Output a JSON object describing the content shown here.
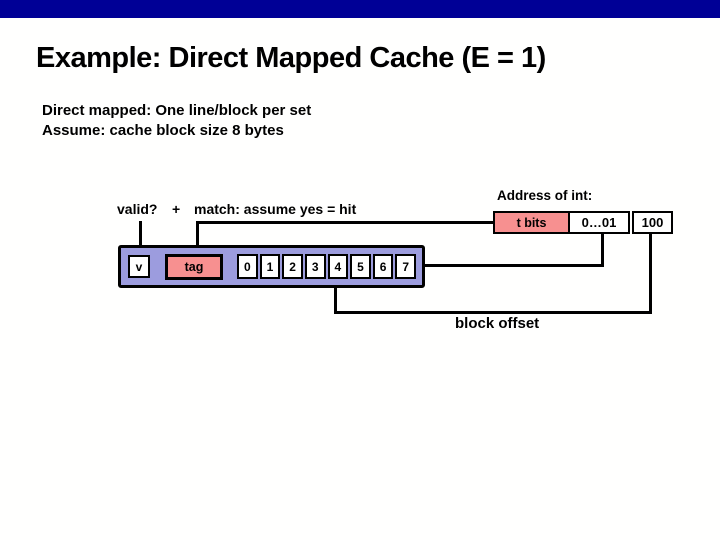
{
  "slide": {
    "title": "Example: Direct Mapped Cache (E = 1)",
    "body_lines": {
      "line1": "Direct mapped: One line/block per set",
      "line2": "Assume: cache block size 8 bytes"
    }
  },
  "diagram": {
    "valid_label": "valid?",
    "plus_label": "+",
    "match_label": "match: assume yes = hit",
    "address_title": "Address of int:",
    "address_fields": {
      "t_bits": "t bits",
      "set_bits": "0…01",
      "offset_bits": "100"
    },
    "cache_line": {
      "valid_bit": "v",
      "tag_label": "tag",
      "block_cells": [
        "0",
        "1",
        "2",
        "3",
        "4",
        "5",
        "6",
        "7"
      ]
    },
    "block_offset_label": "block offset"
  },
  "colors": {
    "top_bar": "#000096",
    "highlight_pink": "#f79090",
    "cache_line_fill": "#9c9cde",
    "connector_line": "#000000",
    "text": "#000000",
    "background": "#fffffe"
  }
}
